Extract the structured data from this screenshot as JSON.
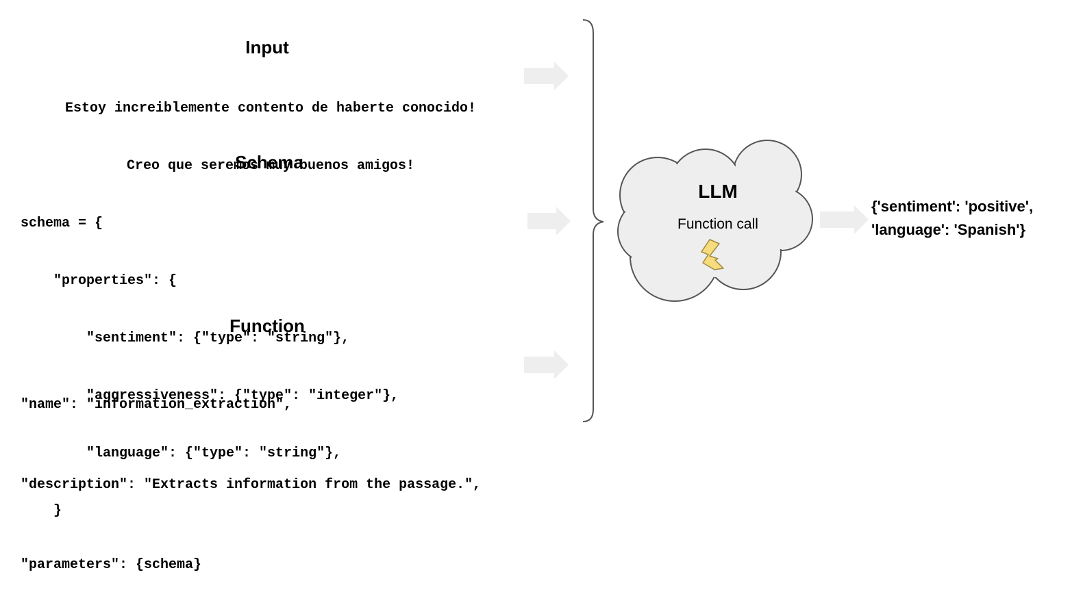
{
  "input": {
    "heading": "Input",
    "lines": [
      "Estoy increiblemente contento de haberte conocido!",
      "Creo que seremos muy buenos amigos!"
    ]
  },
  "schema": {
    "heading": "Schema",
    "lines": [
      "schema = {",
      "    \"properties\": {",
      "        \"sentiment\": {\"type\": \"string\"},",
      "        \"aggressiveness\": {\"type\": \"integer\"},",
      "        \"language\": {\"type\": \"string\"},",
      "    }"
    ]
  },
  "function": {
    "heading": "Function",
    "lines": [
      "\"name\": \"information_extraction\",",
      "\"description\": \"Extracts information from the passage.\",",
      "\"parameters\": {schema}"
    ]
  },
  "llm": {
    "title": "LLM",
    "subtitle": "Function call",
    "icon": "lightning-icon"
  },
  "output": {
    "lines": [
      "{'sentiment': 'positive',",
      "'language': 'Spanish'}"
    ]
  },
  "colors": {
    "arrow": "#eeeeee",
    "cloud_fill": "#eeeeee",
    "cloud_stroke": "#555555",
    "brace": "#555555",
    "bolt_fill": "#f6dc7c",
    "bolt_stroke": "#a08a40"
  }
}
